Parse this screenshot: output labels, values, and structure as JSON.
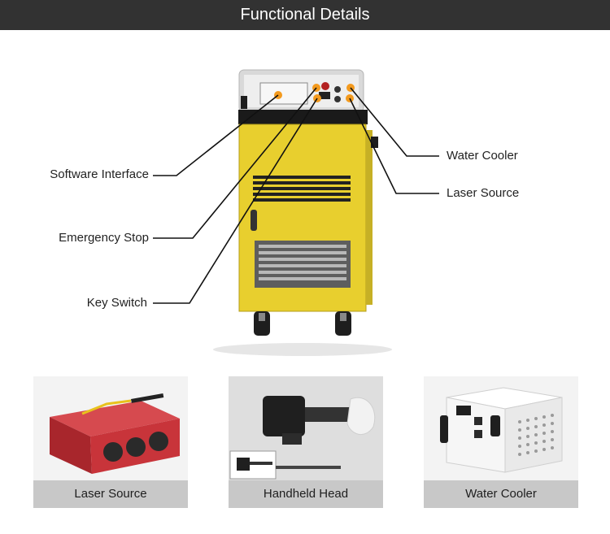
{
  "header": {
    "title": "Functional Details"
  },
  "callouts": {
    "software_interface": "Software Interface",
    "emergency_stop": "Emergency Stop",
    "key_switch": "Key Switch",
    "water_cooler": "Water Cooler",
    "laser_source": "Laser Source"
  },
  "cards": [
    {
      "caption": "Laser Source"
    },
    {
      "caption": "Handheld Head"
    },
    {
      "caption": "Water Cooler"
    }
  ],
  "colors": {
    "header_bg": "#323232",
    "cabinet_yellow": "#e8cf2e",
    "marker_orange": "#f39a1e",
    "laser_red": "#c8343a",
    "caption_bg": "#c8c8c8"
  }
}
